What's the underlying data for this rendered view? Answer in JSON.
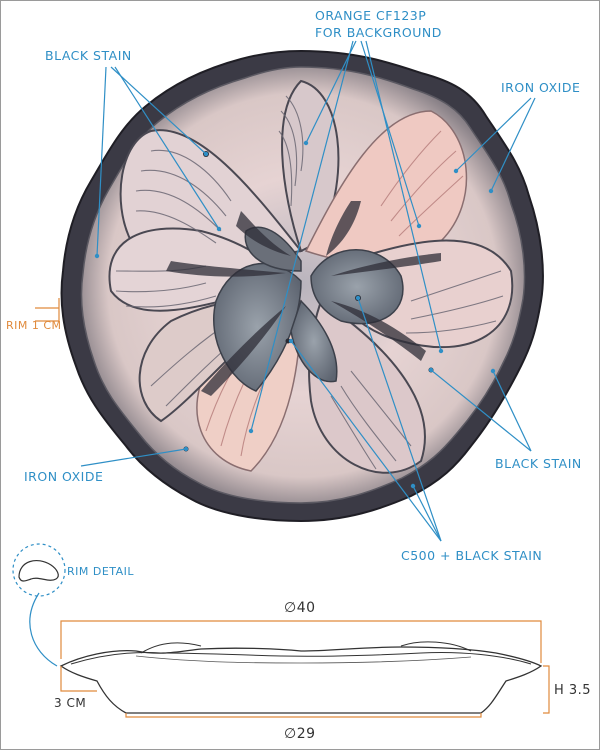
{
  "labels": {
    "black_stain_top": "BLACK STAIN",
    "orange_line1": "ORANGE CF123P",
    "orange_line2": "FOR BACKGROUND",
    "iron_oxide_right": "IRON OXIDE",
    "rim": "RIM 1 CM",
    "iron_oxide_left": "IRON OXIDE",
    "black_stain_right": "BLACK STAIN",
    "c500": "C500 + BLACK STAIN",
    "rim_detail": "RIM DETAIL"
  },
  "dimensions": {
    "diameter_top": "∅40",
    "diameter_bottom": "∅29",
    "height": "H 3.5",
    "rim_width": "3 CM"
  },
  "colors": {
    "annotation": "#2f8fc6",
    "dimension": "#e08a3c",
    "plate_dark": "#3e3d4a",
    "plate_pink": "#e9c9c6",
    "plate_grey": "#8b9099"
  }
}
